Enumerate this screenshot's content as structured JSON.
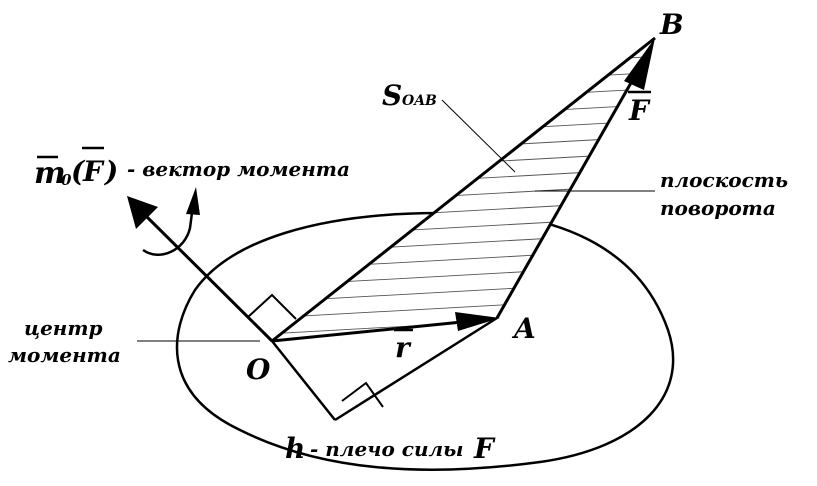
{
  "labels": {
    "point_b": "B",
    "point_a": "A",
    "point_o": "O",
    "area": "S",
    "area_sub": "OAB",
    "force": "F",
    "radius": "r",
    "moment_m": "m",
    "moment_sub": "0",
    "moment_open": "(",
    "moment_f": "F",
    "moment_close": ")",
    "moment_desc": "- вектор момента",
    "plane_line1": "плоскость",
    "plane_line2": "поворота",
    "center_line1": "центр",
    "center_line2": "момента",
    "arm_h": "h",
    "arm_desc": "- плечо силы",
    "arm_f": "F"
  },
  "colors": {
    "ink": "#000000",
    "hatch": "#555555",
    "background": "#ffffff"
  }
}
